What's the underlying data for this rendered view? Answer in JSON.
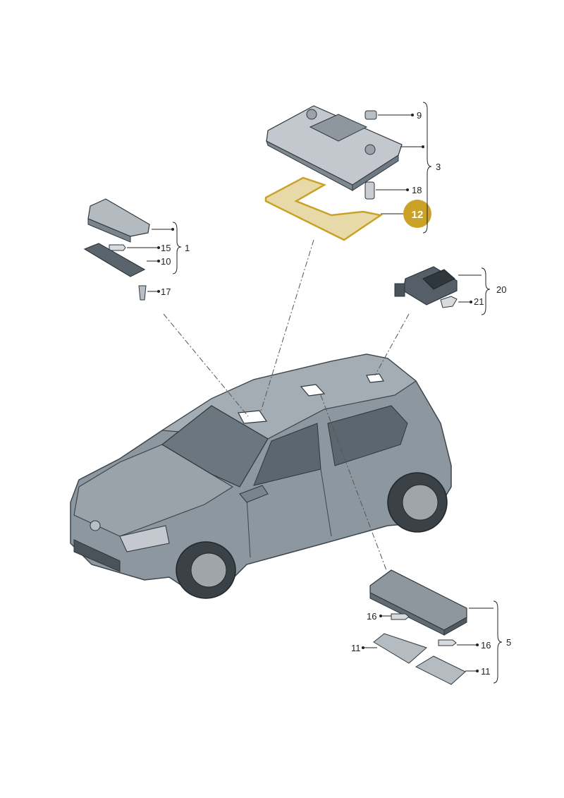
{
  "colors": {
    "highlight": "#c9a227",
    "highlight_fill": "#e8d9a8",
    "body": "#8d979f",
    "body_dark": "#5f6a73",
    "part": "#b7bdc3",
    "line": "#222222"
  },
  "labels": {
    "p1": "1",
    "p3": "3",
    "p5": "5",
    "p9": "9",
    "p10": "10",
    "p11a": "11",
    "p11b": "11",
    "p15": "15",
    "p16a": "16",
    "p16b": "16",
    "p17": "17",
    "p18": "18",
    "p20": "20",
    "p21": "21",
    "callout": "12"
  }
}
